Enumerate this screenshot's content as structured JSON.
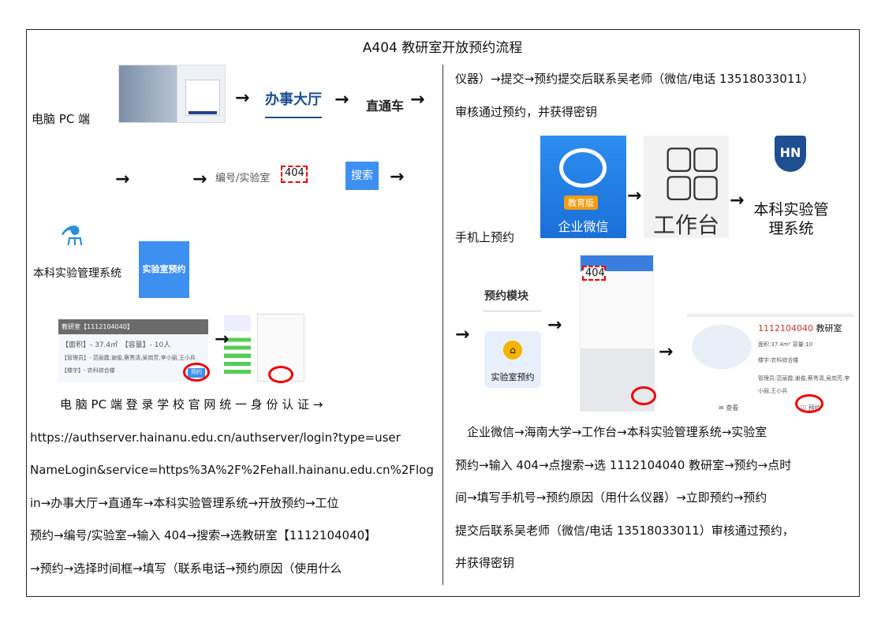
{
  "title": "A404 教研室开放预约流程",
  "pc": {
    "label": "电脑 PC 端",
    "step_office": "办事大厅",
    "step_express": "直通车",
    "step_code": "编号/实验室",
    "code_value": "404",
    "search_btn": "搜索",
    "system_name": "本科实验管理系统",
    "lab_reserve_btn": "实验室预约",
    "room_card": {
      "header": "教研室【1112104040】",
      "area": "【面积】- 37.4㎡",
      "capacity": "【容量】- 10人",
      "managers": "【管理员】- 范丽霞,谢俊,蔡秀清,吴岗芳,李小丽,王小兵",
      "building": "【楼宇】- 农科综合楼",
      "reserve_btn": "预约"
    },
    "paragraph": [
      "电 脑  PC  端 登 录 学 校 官 网 统 一 身 份 认 证 →",
      "https://authserver.hainanu.edu.cn/authserver/login?type=user",
      "NameLogin&service=https%3A%2F%2Fehall.hainanu.edu.cn%2Flog",
      "in→办事大厅→直通车→本科实验管理系统→开放预约→工位",
      "预约→编号/实验室→输入 404→搜索→选教研室【1112104040】",
      "→预约→选择时间框→填写（联系电话→预约原因（使用什么"
    ]
  },
  "right": {
    "top_lines": [
      "仪器）→提交→预约提交后联系吴老师（微信/电话 13518033011）",
      "审核通过预约，并获得密钥"
    ],
    "mobile_label": "手机上预约",
    "wecom_badge": "教育版",
    "wecom_name": "企业微信",
    "workbench": "工作台",
    "system_name": "本科实验管理系统",
    "logo_text": "HN",
    "module_title": "预约模块",
    "lab_reserve": "实验室预约",
    "phone_search": "404",
    "detail": {
      "code": "1112104040",
      "name": "教研室",
      "area": "面积:37.4m² 容量:10",
      "building": "楼宇:农科综合楼",
      "managers": "管理员:范丽霞,谢俊,蔡秀清,吴岗芳,李小丽,王小兵",
      "view": "查看",
      "reserve": "预约"
    },
    "paragraph": [
      "　企业微信→海南大学→工作台→本科实验管理系统→实验室",
      "预约→输入 404→点搜索→选 1112104040 教研室→预约→点时",
      "间→填写手机号→预约原因（用什么仪器）→立即预约→预约",
      "提交后联系吴老师（微信/电话 13518033011）审核通过预约，",
      "并获得密钥"
    ]
  },
  "arrow": "→",
  "colors": {
    "accent": "#3d8ff0",
    "highlight": "#e00000",
    "brand": "#1d4f91"
  }
}
